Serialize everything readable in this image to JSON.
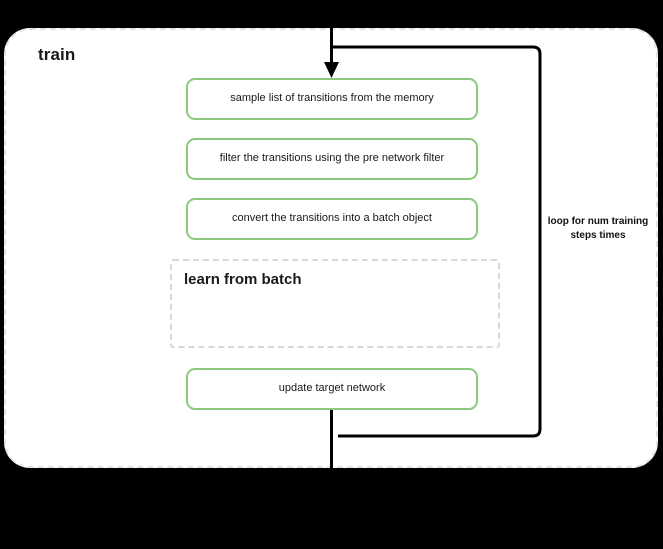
{
  "diagram": {
    "title": "train",
    "background_color": "#000000",
    "container_fill": "#ffffff",
    "container_border_color": "#e3e3e3",
    "accent_color": "#8cc97e",
    "wire_color": "#000000"
  },
  "steps": [
    {
      "id": "sample",
      "label": "sample list of transitions from the memory"
    },
    {
      "id": "filter",
      "label": "filter the transitions using the pre network filter"
    },
    {
      "id": "convert",
      "label": "convert the transitions into a batch object"
    },
    {
      "id": "update_target",
      "label": "update target network"
    }
  ],
  "subgraph": {
    "title": "learn from batch"
  },
  "loop": {
    "caption": "loop for num training steps times"
  }
}
